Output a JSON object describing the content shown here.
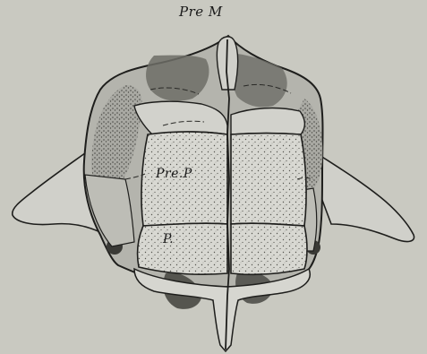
{
  "labels": {
    "premaxilla": "Pre M",
    "prefrontal": "Pre.P",
    "parietal": "P."
  },
  "colors": {
    "background": "#c9c9c1",
    "bone_light": "#dcdcd6",
    "bone_mid": "#b4b4ad",
    "shadow_dark": "#5a5a55",
    "suture_line": "#1e1e1c"
  }
}
